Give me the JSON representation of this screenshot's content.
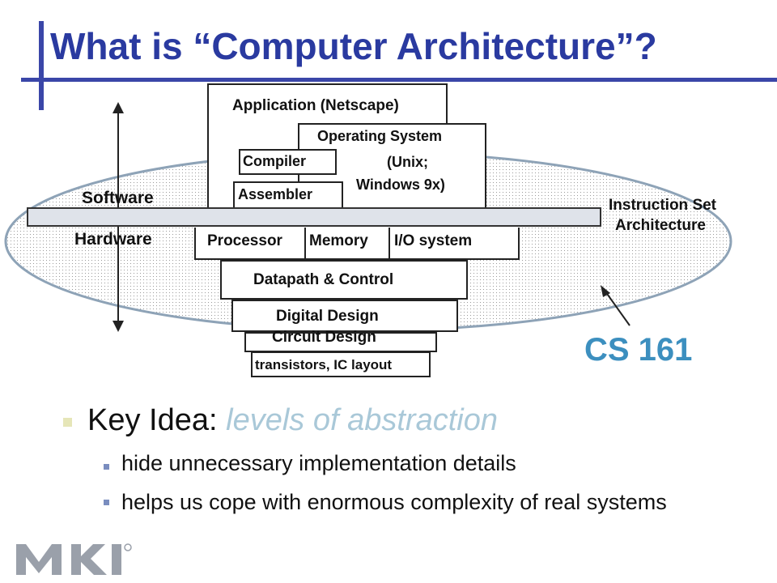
{
  "title": "What is “Computer Architecture”?",
  "diagram": {
    "layers": {
      "application": "Application (Netscape)",
      "operating_system": "Operating System",
      "os_detail_1": "(Unix;",
      "os_detail_2": "Windows 9x)",
      "compiler": "Compiler",
      "assembler": "Assembler",
      "processor": "Processor",
      "memory": "Memory",
      "io_system": "I/O system",
      "datapath_control": "Datapath & Control",
      "digital_design": "Digital Design",
      "circuit_design": "Circuit Design",
      "transistors": "transistors, IC layout"
    },
    "software_label": "Software",
    "hardware_label": "Hardware",
    "isa_label_1": "Instruction Set",
    "isa_label_2": "Architecture",
    "course_label": "CS 161",
    "colors": {
      "course": "#3c8fbf",
      "title": "#2a3aa0",
      "isa_bar": "#dfe3ea"
    }
  },
  "bullets": {
    "key_idea_prefix": "Key Idea: ",
    "key_idea_emphasis": "levels of abstraction",
    "sub": [
      "hide unnecessary implementation details",
      "helps us cope with enormous complexity of real systems"
    ]
  }
}
